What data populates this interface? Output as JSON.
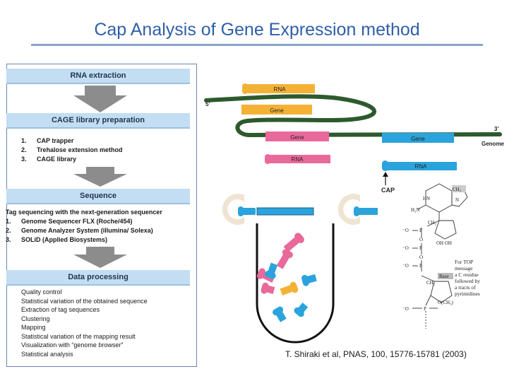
{
  "title": "Cap Analysis of Gene Expression method",
  "steps": [
    {
      "label": "RNA extraction"
    },
    {
      "label": "CAGE library preparation",
      "items": [
        "CAP trapper",
        "Trehalose extension method",
        "CAGE library"
      ]
    },
    {
      "label": "Sequence",
      "intro": "Tag sequencing with the next-generation sequencer",
      "items": [
        "Genome Sequencer FLX (Roche/454)",
        "Genome Analyzer System (illumina/ Solexa)",
        "SOLiD (Applied Biosystems)"
      ]
    },
    {
      "label": "Data processing",
      "items": [
        "Quality control",
        "Statistical variation of the obtained sequence",
        "Extraction of tag sequences",
        "Clustering",
        "Mapping",
        "Statistical variation of the mapping result",
        "Visualization with “genome browser”",
        "Statistical analysis"
      ]
    }
  ],
  "genome_diagram": {
    "five_prime": "5’",
    "three_prime": "3’",
    "genome": "Genome",
    "rna": "RNA",
    "gene": "Gene",
    "cap": "CAP"
  },
  "cap_structure": {
    "ch3": "CH₃",
    "hn": "HN",
    "n": "N",
    "h2n": "H₂N",
    "ch2": "CH₂",
    "p": "P",
    "o": "O",
    "o_minus": "⁻O",
    "oh_oh": "OH OH",
    "base": "Base",
    "och3": "O(CH₃)",
    "note": [
      "For TOP",
      "message",
      "a C residue",
      "followed by",
      "a tracts of",
      "pyrimidines"
    ]
  },
  "citation": "T. Shiraki et al, PNAS, 100, 15776-15781 (2003)",
  "colors": {
    "title": "#2f5fa8",
    "step_fill": "#c3ddf2",
    "gene_pink": "#e8699a",
    "gene_blue": "#2ba3dc",
    "gene_orange": "#f3b236",
    "genome_green": "#2d5a2d",
    "arrow_gray": "#8c8c8c"
  }
}
